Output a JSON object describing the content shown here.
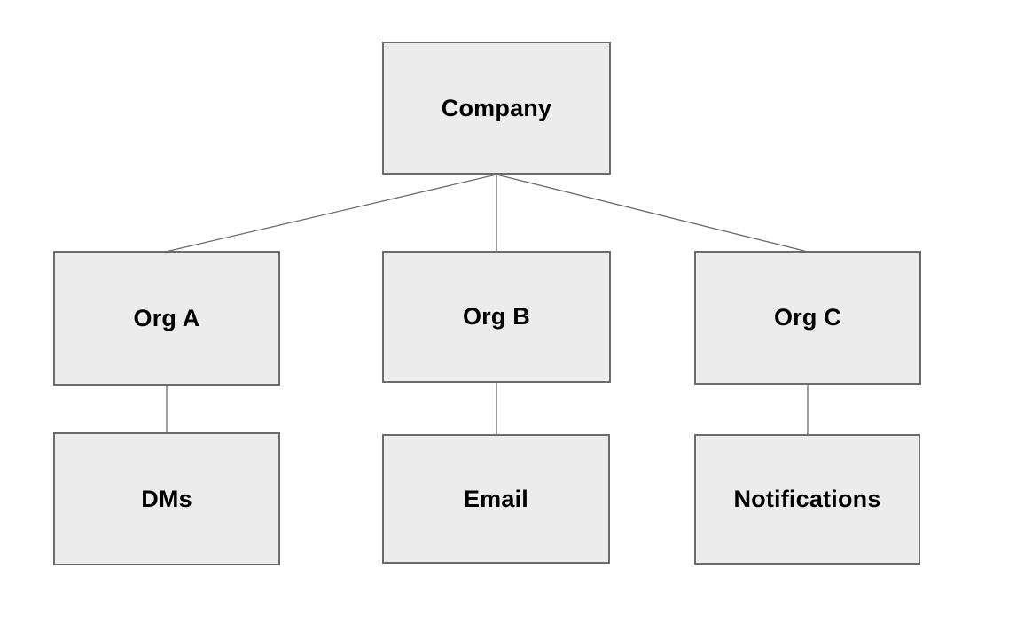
{
  "diagram": {
    "type": "org-chart",
    "nodes": {
      "company": {
        "label": "Company"
      },
      "org_a": {
        "label": "Org A"
      },
      "org_b": {
        "label": "Org B"
      },
      "org_c": {
        "label": "Org C"
      },
      "dms": {
        "label": "DMs"
      },
      "email": {
        "label": "Email"
      },
      "notifications": {
        "label": "Notifications"
      }
    },
    "edges": [
      {
        "from": "Company",
        "to": "Org A"
      },
      {
        "from": "Company",
        "to": "Org B"
      },
      {
        "from": "Company",
        "to": "Org C"
      },
      {
        "from": "Org A",
        "to": "DMs"
      },
      {
        "from": "Org B",
        "to": "Email"
      },
      {
        "from": "Org C",
        "to": "Notifications"
      }
    ]
  },
  "colors": {
    "canvas_bg": "#ffffff",
    "node_fill": "#ececec",
    "node_border": "#6b6b6b",
    "connector": "#6b6b6b",
    "label_text": "#000000"
  }
}
